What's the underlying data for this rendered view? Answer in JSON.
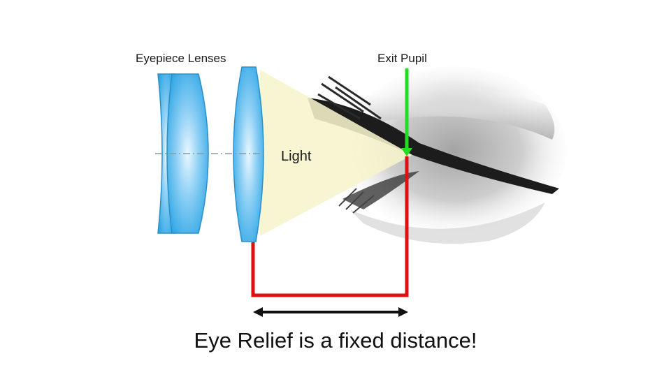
{
  "diagram": {
    "labels": {
      "eyepiece": "Eyepiece Lenses",
      "exit_pupil": "Exit Pupil",
      "light": "Light"
    },
    "caption": "Eye Relief is a fixed distance!",
    "colors": {
      "lens_fill": "#33a8e6",
      "lens_center": "#e9f7ff",
      "light_cone": "#f7f5cc",
      "exit_pupil_line": "#22dd22",
      "eye_relief_bracket": "#dd1111",
      "distance_arrow": "#111111",
      "optical_axis": "#8a9aa5"
    }
  }
}
